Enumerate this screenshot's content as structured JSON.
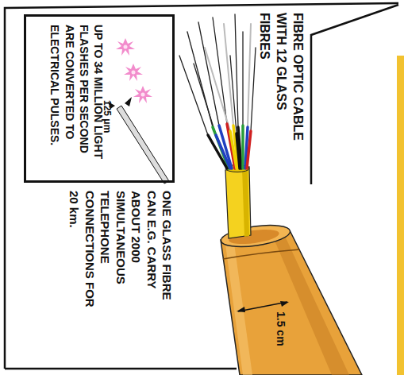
{
  "diagram": {
    "nodes": [
      {
        "text": [
          "UP TO 34 MILLION LIGHT FLASHES PER SECOND ARE CONVERTED TO ELECTRICAL PULSES."
        ]
      }
    ],
    "labels": [
      "FIBRE OPTIC CABLE WITH 12 GLASS FIBRES",
      "125 μm",
      "ONE GLASS FIBRE CAN E.G. CARRY ABOUT 2000 SIMULTANEOUS TELEPHONE CONNECTIONS FOR 20 km.",
      "1.5 cm"
    ]
  }
}
